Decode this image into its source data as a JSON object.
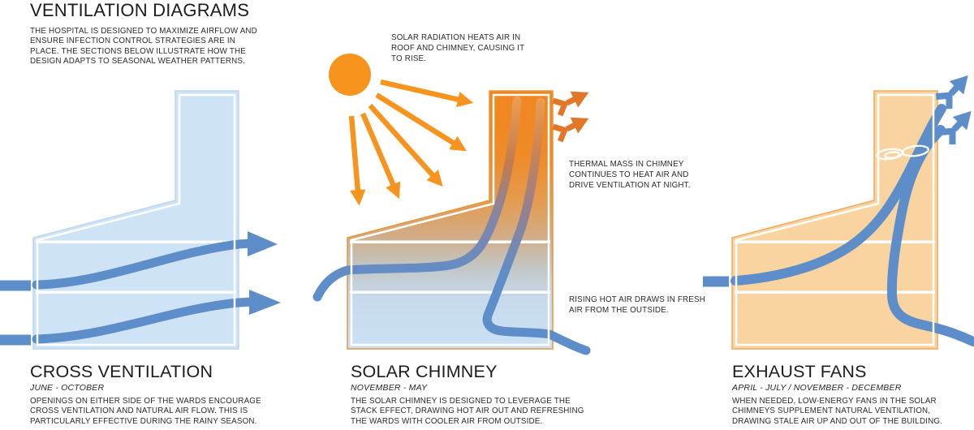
{
  "header": {
    "title": "VENTILATION DIAGRAMS",
    "description": "THE HOSPITAL IS DESIGNED TO MAXIMIZE AIRFLOW AND\nENSURE INFECTION CONTROL STRATEGIES ARE IN\nPLACE. THE SECTIONS BELOW ILLUSTRATE HOW THE\nDESIGN ADAPTS TO SEASONAL WEATHER PATTERNS."
  },
  "annotations": {
    "solar_radiation": "SOLAR RADIATION HEATS AIR IN\nROOF AND CHIMNEY, CAUSING IT\nTO RISE.",
    "thermal_mass": "THERMAL MASS IN CHIMNEY\nCONTINUES TO HEAT AIR AND\nDRIVE VENTILATION AT NIGHT.",
    "rising_air": "RISING HOT AIR DRAWS IN FRESH\nAIR FROM THE OUTSIDE."
  },
  "sections": {
    "cross_ventilation": {
      "title": "CROSS VENTILATION",
      "season": "JUNE - OCTOBER",
      "description": "OPENINGS ON EITHER SIDE OF THE WARDS ENCOURAGE\nCROSS VENTILATION AND NATURAL AIR FLOW. THIS IS\nPARTICULARLY EFFECTIVE DURING THE RAINY SEASON."
    },
    "solar_chimney": {
      "title": "SOLAR CHIMNEY",
      "season": "NOVEMBER - MAY",
      "description": "THE SOLAR CHIMNEY IS DESIGNED TO LEVERAGE THE\nSTACK EFFECT, DRAWING HOT AIR OUT AND REFRESHING\nTHE WARDS WITH COOLER AIR FROM OUTSIDE."
    },
    "exhaust_fans": {
      "title": "EXHAUST FANS",
      "season": "APRIL - JULY  /  NOVEMBER - DECEMBER",
      "description": "WHEN NEEDED, LOW-ENERGY FANS IN THE SOLAR\nCHIMNEYS SUPPLEMENT NATURAL VENTILATION,\nDRAWING STALE AIR UP AND OUT OF THE BUILDING."
    }
  },
  "icons": {
    "sun": "sun-icon",
    "fan": "fan-icon",
    "airflow_arrow": "airflow-arrow-icon",
    "hot_air_arrow": "hot-air-arrow-icon"
  },
  "colors": {
    "airflow_blue": "#5E8EC9",
    "building_blue": "#CEE3F6",
    "building_orange": "#FAD4A0",
    "sun_orange": "#F7941E",
    "hot_arrow_orange": "#E2772A",
    "chimney_orange_top": "#F0861E",
    "chimney_blue_bottom": "#CBE2F5",
    "text_dark": "#2A2A2A"
  }
}
